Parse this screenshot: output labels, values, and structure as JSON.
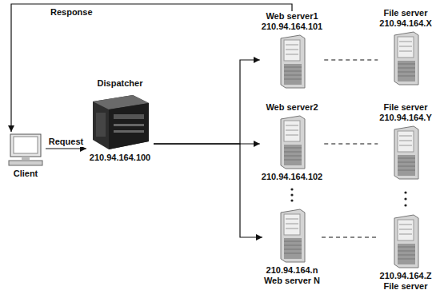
{
  "diagram": {
    "nodes": [
      {
        "text": [
          "Client"
        ]
      },
      {
        "text": [
          "Dispatcher",
          "210.94.164.100"
        ]
      },
      {
        "text": [
          "Web server1",
          "210.94.164.101"
        ]
      },
      {
        "text": [
          "Web server2",
          "210.94.164.102"
        ]
      },
      {
        "text": [
          "210.94.164.n",
          "Web server N"
        ]
      },
      {
        "text": [
          "File server",
          "210.94.164.X"
        ]
      },
      {
        "text": [
          "File server",
          "210.94.164.Y"
        ]
      },
      {
        "text": [
          "210.94.164.Z",
          "File server"
        ]
      }
    ],
    "edges": [
      {
        "from": 0,
        "to": 1,
        "label": "Request",
        "arrow": "to"
      },
      {
        "from": 1,
        "to": 2,
        "arrow": "to"
      },
      {
        "from": 1,
        "to": 3,
        "arrow": "to"
      },
      {
        "from": 1,
        "to": 4,
        "arrow": "to"
      },
      {
        "from": 2,
        "to": 5,
        "arrow": "none"
      },
      {
        "from": 3,
        "to": 6,
        "arrow": "none"
      },
      {
        "from": 4,
        "to": 7,
        "arrow": "none"
      },
      {
        "from": 2,
        "to": 0,
        "label": "Response",
        "arrow": "to"
      }
    ]
  }
}
